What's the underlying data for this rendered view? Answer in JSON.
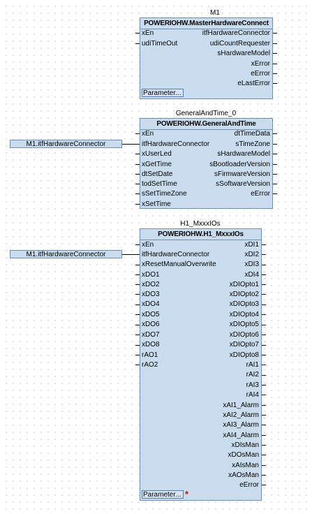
{
  "blocks": [
    {
      "instance": "M1",
      "type": "POWERIOHW.MasterHardwareConnect",
      "inputs": [
        "xEn",
        "udiTimeOut"
      ],
      "outputs": [
        "itfHardwareConnector",
        "udiCountRequester",
        "sHardwareModel",
        "xError",
        "eError",
        "eLastError"
      ],
      "parameter_label": "Parameter..."
    },
    {
      "instance": "GeneralAndTime_0",
      "type": "POWERIOHW.GeneralAndTime",
      "inputs": [
        "xEn",
        "itfHardwareConnector",
        "xUserLed",
        "xGetTime",
        "dtSetDate",
        "todSetTime",
        "sSetTimeZone",
        "xSetTime"
      ],
      "outputs": [
        "dtTimeData",
        "sTimeZone",
        "sHardwareModel",
        "sBootloaderVersion",
        "sFirmwareVersion",
        "sSoftwareVersion",
        "eError"
      ]
    },
    {
      "instance": "H1_MxxxIOs",
      "type": "POWERIOHW.H1_MxxxIOs",
      "inputs": [
        "xEn",
        "itfHardwareConnector",
        "xResetManualOverwrite",
        "xDO1",
        "xDO2",
        "xDO3",
        "xDO4",
        "xDO5",
        "xDO6",
        "xDO7",
        "xDO8",
        "rAO1",
        "rAO2"
      ],
      "outputs": [
        "xDI1",
        "xDI2",
        "xDI3",
        "xDI4",
        "xDIOpto1",
        "xDIOpto2",
        "xDIOpto3",
        "xDIOpto4",
        "xDIOpto5",
        "xDIOpto6",
        "xDIOpto7",
        "xDIOpto8",
        "rAI1",
        "rAI2",
        "rAI3",
        "rAI4",
        "xAI1_Alarm",
        "xAI2_Alarm",
        "xAI3_Alarm",
        "xAI4_Alarm",
        "xDIsMan",
        "xDOsMan",
        "xAIsMan",
        "xAOsMan",
        "eError"
      ],
      "parameter_label": "Parameter...",
      "modified_marker": "*"
    }
  ],
  "external_inputs": [
    {
      "label": "M1.itfHardwareConnector"
    },
    {
      "label": "M1.itfHardwareConnector"
    }
  ],
  "colors": {
    "block_fill": "#c9ddef",
    "block_border": "#6d8fb5",
    "marker": "#d01010"
  }
}
